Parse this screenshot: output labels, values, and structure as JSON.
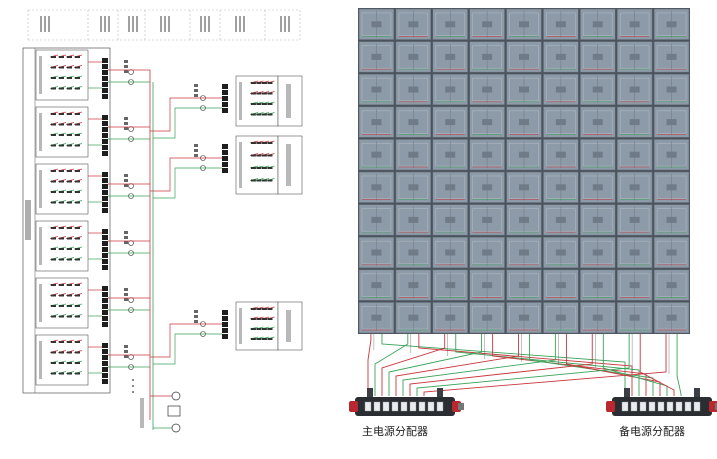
{
  "panel": {
    "cols": 9,
    "rows": 10,
    "cabinet_color": "#8d9aa7",
    "frame_color": "#4a525b"
  },
  "distributors": [
    {
      "label": "主电源分配器",
      "sockets": 9
    },
    {
      "label": "备电源分配器",
      "sockets": 9
    }
  ],
  "wire_colors": {
    "red": "#c8363c",
    "green": "#3aa35a",
    "dark": "#333333"
  },
  "schematic": {
    "sections": 6,
    "side_groups": 3
  }
}
